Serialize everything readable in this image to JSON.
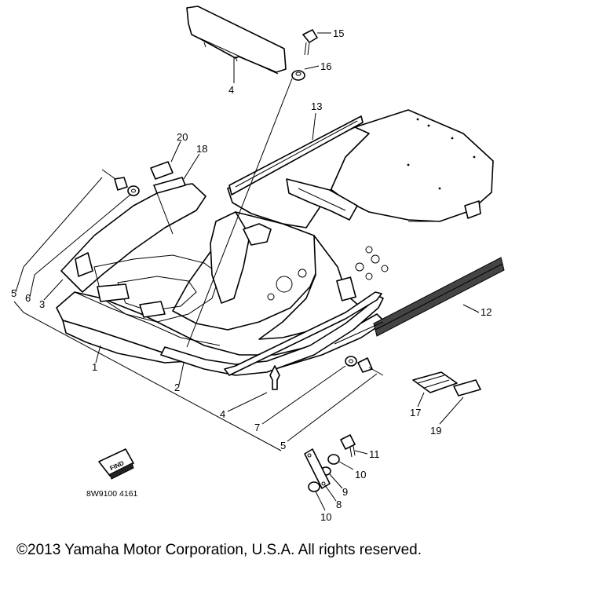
{
  "copyright": "©2013 Yamaha Motor Corporation, U.S.A. All rights reserved.",
  "drawing_code": "8W9100 4161",
  "find_badge": "FIND",
  "callouts": {
    "c1": "1",
    "c2": "2",
    "c3": "3",
    "c4_top": "4",
    "c4_bottom": "4",
    "c5_left": "5",
    "c5_bottom": "5",
    "c6": "6",
    "c7": "7",
    "c8": "8",
    "c9": "9",
    "c10_a": "10",
    "c10_b": "10",
    "c11": "11",
    "c12": "12",
    "c13": "13",
    "c15": "15",
    "c16": "16",
    "c17": "17",
    "c18": "18",
    "c19": "19",
    "c20": "20"
  }
}
